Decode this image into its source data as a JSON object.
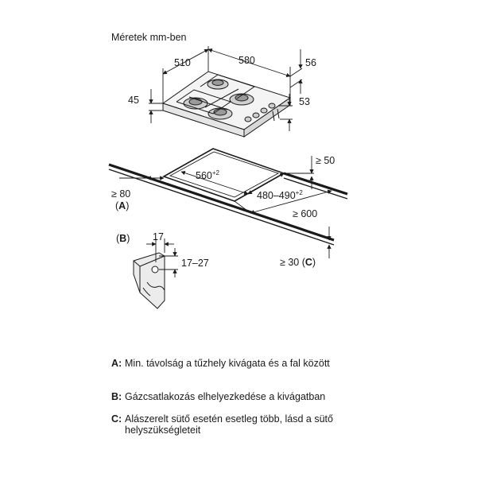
{
  "diagram": {
    "title": "Méretek mm-ben",
    "dims": {
      "width_510": "510",
      "depth_580": "580",
      "d56": "56",
      "d45": "45",
      "d53": "53",
      "ge50": "≥ 50",
      "cutout_width": "560",
      "cutout_width_tol": "+2",
      "cutout_depth": "480–490",
      "cutout_depth_tol": "+2",
      "ge80": "≥ 80",
      "ge600": "≥ 600",
      "ge30": "≥ 30",
      "d17": "17",
      "d17_27": "17–27"
    },
    "markers": {
      "A": "A",
      "B": "B",
      "C": "C"
    }
  },
  "legend": [
    {
      "key": "A:",
      "text": "Min. távolság a tűzhely kivágata és a fal között"
    },
    {
      "key": "B:",
      "text": "Gázcsatlakozás elhelyezkedése a kivágatban"
    },
    {
      "key": "C:",
      "text": "Alászerelt sütő esetén esetleg több, lásd a sütő helyszükségleteit"
    }
  ]
}
